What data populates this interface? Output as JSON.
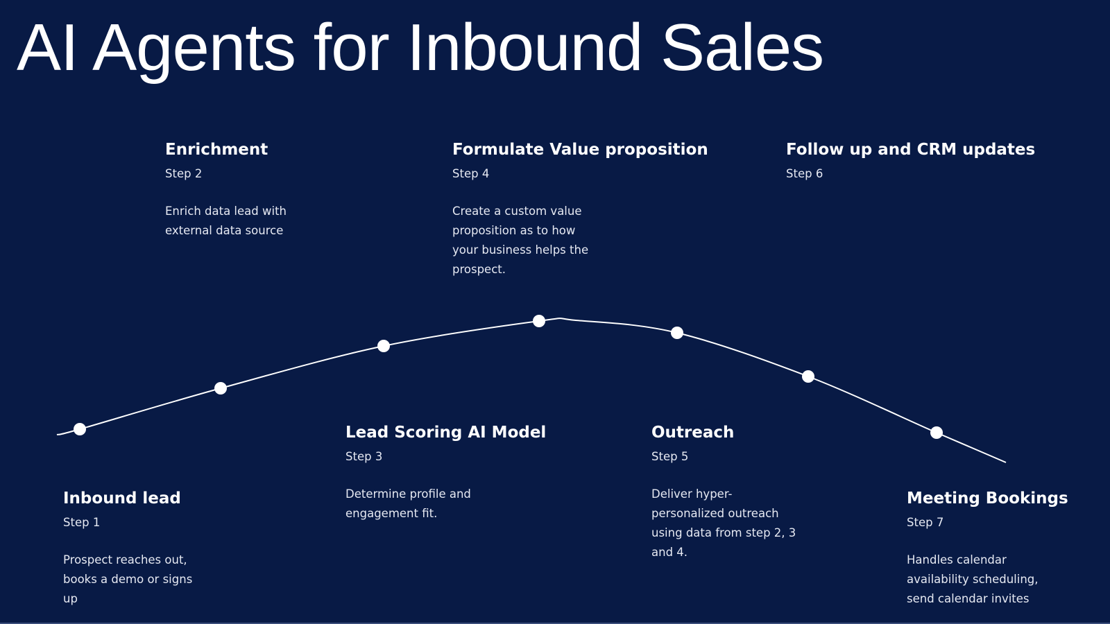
{
  "title": "AI Agents for Inbound Sales",
  "steps": [
    {
      "title": "Inbound lead",
      "step": "Step 1",
      "description": "Prospect reaches out, books a demo or signs up"
    },
    {
      "title": "Enrichment",
      "step": "Step 2",
      "description": "Enrich data lead with external data source"
    },
    {
      "title": "Lead Scoring AI Model",
      "step": "Step 3",
      "description": "Determine profile and engagement fit."
    },
    {
      "title": "Formulate Value proposition",
      "step": "Step 4",
      "description": "Create a custom value proposition as to how your business helps the prospect."
    },
    {
      "title": "Outreach",
      "step": "Step 5",
      "description": "Deliver hyper-personalized outreach using data from step 2, 3 and 4."
    },
    {
      "title": "Follow up and CRM updates",
      "step": "Step 6",
      "description": ""
    },
    {
      "title": "Meeting Bookings",
      "step": "Step 7",
      "description": "Handles calendar availability scheduling, send calendar invites"
    }
  ],
  "colors": {
    "background": "#081a45",
    "foreground": "#ffffff"
  }
}
